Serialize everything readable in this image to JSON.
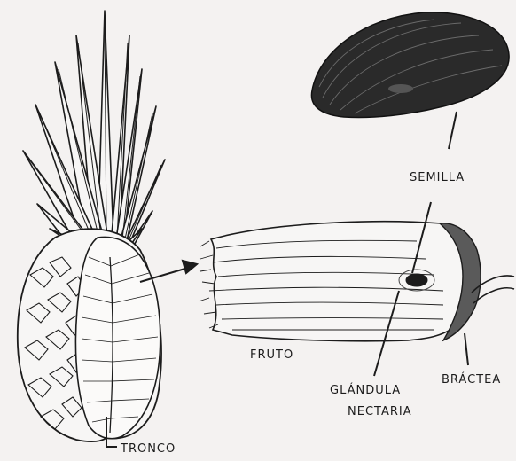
{
  "labels": {
    "semilla": "SEMILLA",
    "fruto": "FRUTO",
    "glandula_line1": "GLÁNDULA",
    "glandula_line2": "NECTARIA",
    "bractea": "BRÁCTEA",
    "tronco": "TRONCO"
  },
  "colors": {
    "ink": "#1c1c1c",
    "paper": "#f4f2f1",
    "seed": "#2a2a2a"
  }
}
